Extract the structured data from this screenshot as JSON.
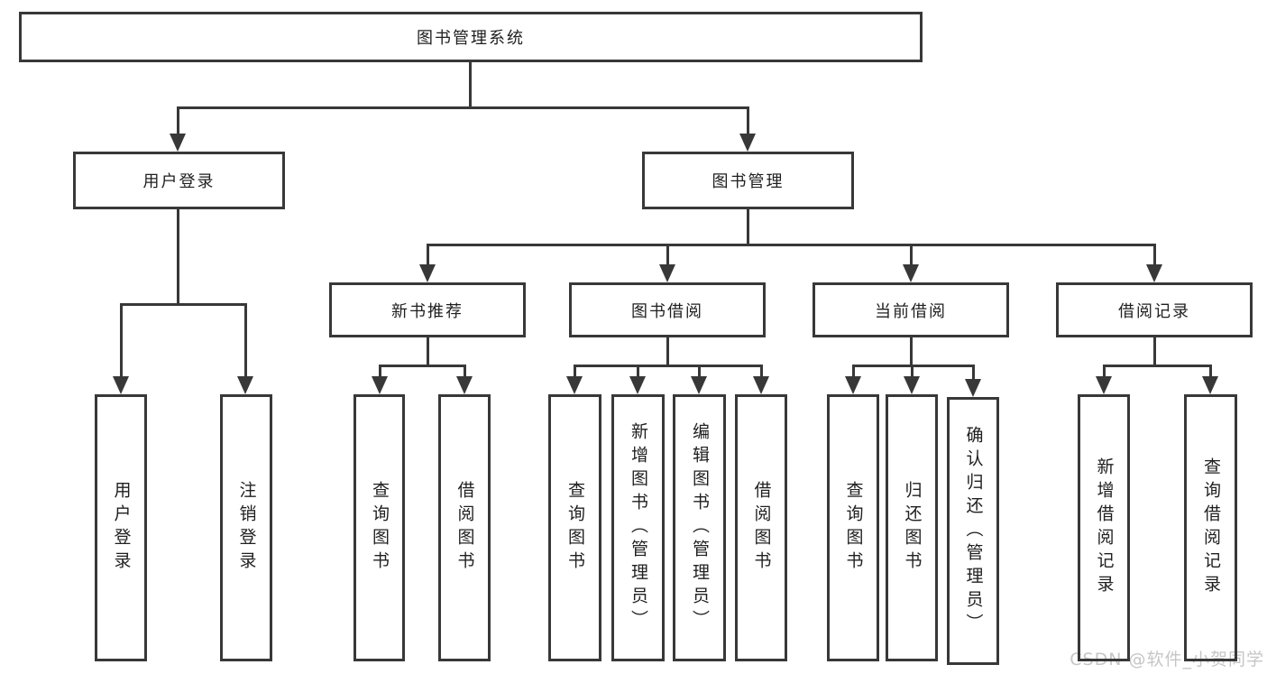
{
  "colors": {
    "line": "#383838",
    "text": "#1f1f1f",
    "watermark": "#c6c6c6",
    "background": "#ffffff"
  },
  "watermark": {
    "text": "CSDN @软件_小贺同学"
  },
  "tree": {
    "root": {
      "label": "图书管理系统"
    },
    "children": [
      {
        "label": "用户登录",
        "children": [
          {
            "label": "用户登录"
          },
          {
            "label": "注销登录"
          }
        ]
      },
      {
        "label": "图书管理",
        "children": [
          {
            "label": "新书推荐",
            "children": [
              {
                "label": "查询图书"
              },
              {
                "label": "借阅图书"
              }
            ]
          },
          {
            "label": "图书借阅",
            "children": [
              {
                "label": "查询图书"
              },
              {
                "label": "新增图书（管理员）"
              },
              {
                "label": "编辑图书（管理员）"
              },
              {
                "label": "借阅图书"
              }
            ]
          },
          {
            "label": "当前借阅",
            "children": [
              {
                "label": "查询图书"
              },
              {
                "label": "归还图书"
              },
              {
                "label": "确认归还（管理员）"
              }
            ]
          },
          {
            "label": "借阅记录",
            "children": [
              {
                "label": "新增借阅记录"
              },
              {
                "label": "查询借阅记录"
              }
            ]
          }
        ]
      }
    ]
  }
}
